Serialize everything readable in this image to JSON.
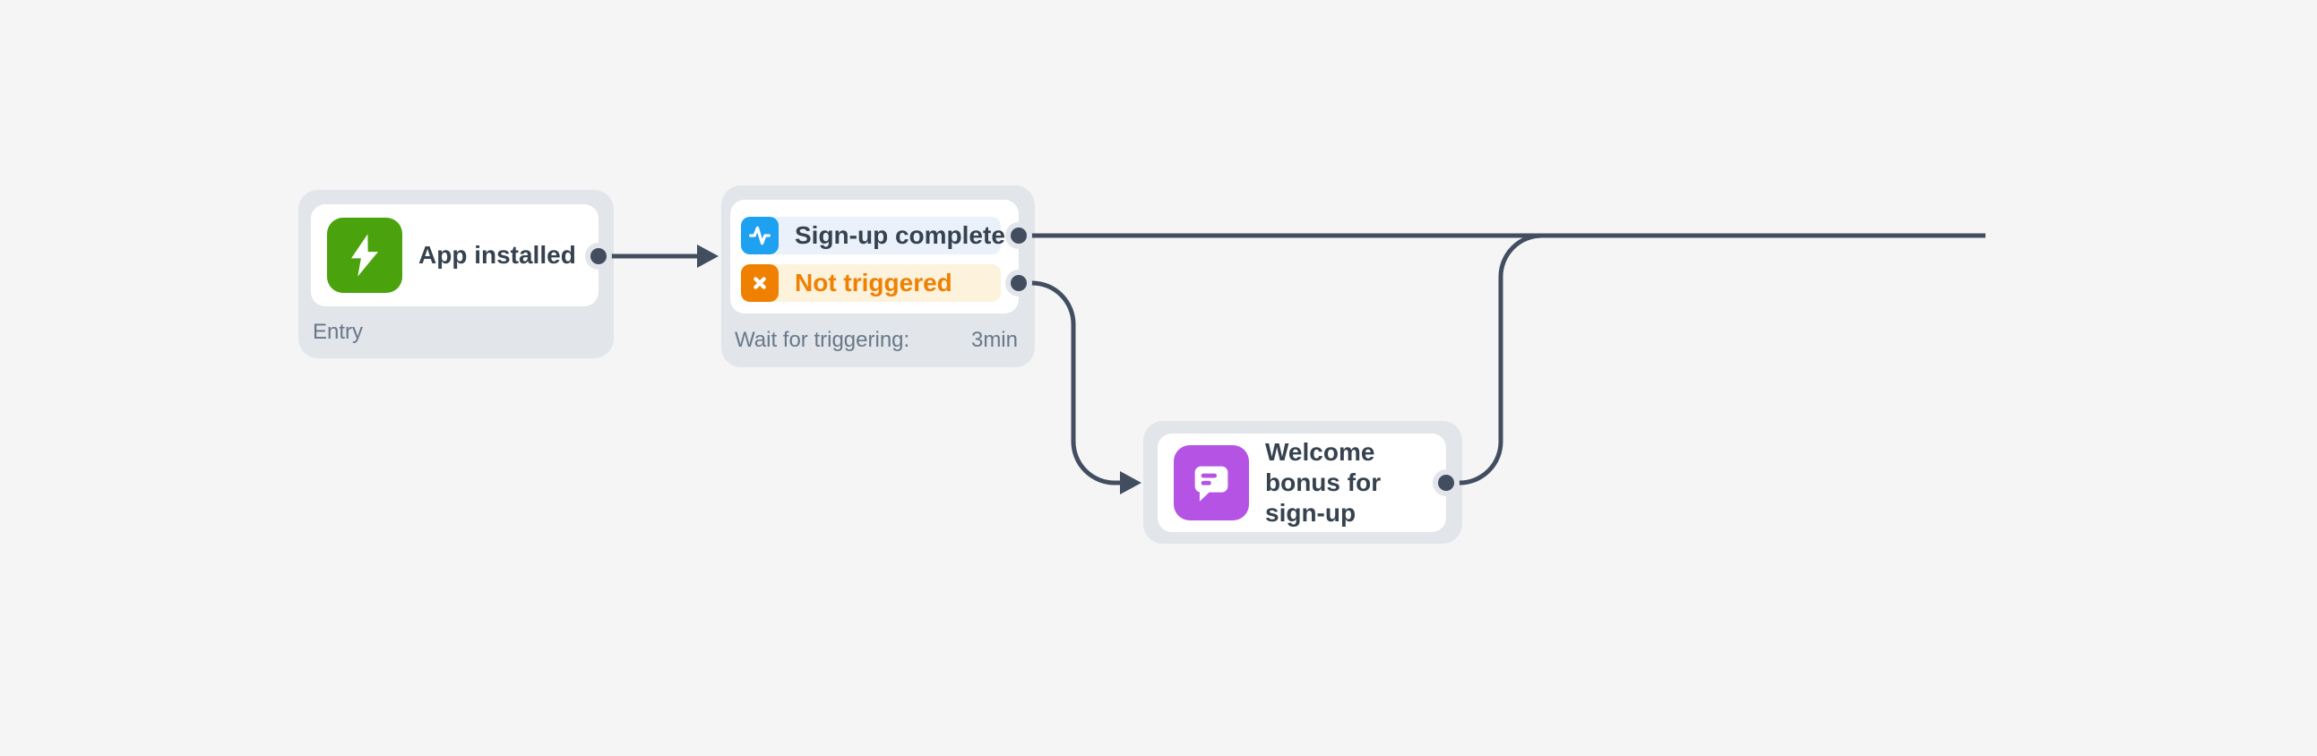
{
  "theme": {
    "canvas_bg": "#f5f5f6",
    "node_bg": "#e2e5e9",
    "card_bg": "#ffffff",
    "title_color": "#36424f",
    "muted_color": "#68788a",
    "edge_color": "#424e5f",
    "green": "#4aa30c",
    "blue": "#1ea1f1",
    "orange": "#f08100",
    "orange_text": "#ee8103",
    "purple": "#b554e4",
    "row_blue_bg": "#eaf1fb",
    "row_orange_bg": "#fdf2dc"
  },
  "nodes": {
    "entry": {
      "title": "App installed",
      "footer": "Entry",
      "icon": "lightning-icon"
    },
    "trigger": {
      "branches": [
        {
          "label": "Sign-up complete",
          "icon": "pulse-icon"
        },
        {
          "label": "Not triggered",
          "icon": "x-icon"
        }
      ],
      "footer_label": "Wait for triggering:",
      "footer_value": "3min"
    },
    "action": {
      "title": "Welcome bonus for sign-up",
      "icon": "chat-bubble-icon"
    }
  }
}
